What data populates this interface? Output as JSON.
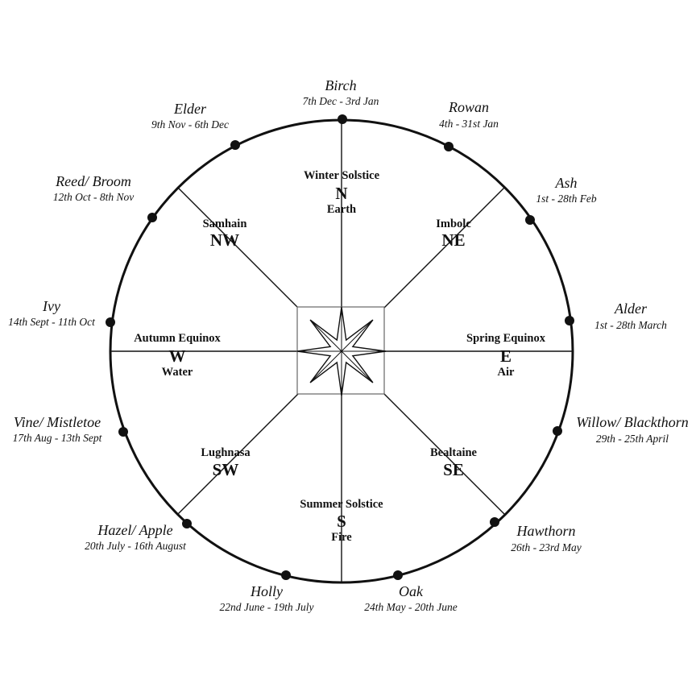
{
  "trees": {
    "birch": {
      "name": "Birch",
      "dates": "7th Dec - 3rd Jan"
    },
    "rowan": {
      "name": "Rowan",
      "dates": "4th - 31st Jan"
    },
    "ash": {
      "name": "Ash",
      "dates": "1st - 28th Feb"
    },
    "alder": {
      "name": "Alder",
      "dates": "1st - 28th March"
    },
    "willow": {
      "name": "Willow/ Blackthorn",
      "dates": "29th - 25th April"
    },
    "hawthorn": {
      "name": "Hawthorn",
      "dates": "26th - 23rd May"
    },
    "oak": {
      "name": "Oak",
      "dates": "24th May - 20th June"
    },
    "holly": {
      "name": "Holly",
      "dates": "22nd June - 19th July"
    },
    "hazel": {
      "name": "Hazel/ Apple",
      "dates": "20th July - 16th August"
    },
    "vine": {
      "name": "Vine/ Mistletoe",
      "dates": "17th Aug - 13th Sept"
    },
    "ivy": {
      "name": "Ivy",
      "dates": "14th Sept - 11th Oct"
    },
    "reed": {
      "name": "Reed/ Broom",
      "dates": "12th Oct - 8th Nov"
    },
    "elder": {
      "name": "Elder",
      "dates": "9th Nov - 6th Dec"
    }
  },
  "compass": {
    "n": {
      "festival": "Winter Solstice",
      "letter": "N",
      "element": "Earth"
    },
    "ne": {
      "festival": "Imbolc",
      "letter": "NE"
    },
    "e": {
      "festival": "Spring Equinox",
      "letter": "E",
      "element": "Air"
    },
    "se": {
      "festival": "Bealtaine",
      "letter": "SE"
    },
    "s": {
      "festival": "Summer Solstice",
      "letter": "S",
      "element": "Fire"
    },
    "sw": {
      "festival": "Lughnasa",
      "letter": "SW"
    },
    "w": {
      "festival": "Autumn Equinox",
      "letter": "W",
      "element": "Water"
    },
    "nw": {
      "festival": "Samhain",
      "letter": "NW"
    }
  },
  "colors": {
    "ink": "#111111",
    "box": "#666666"
  }
}
